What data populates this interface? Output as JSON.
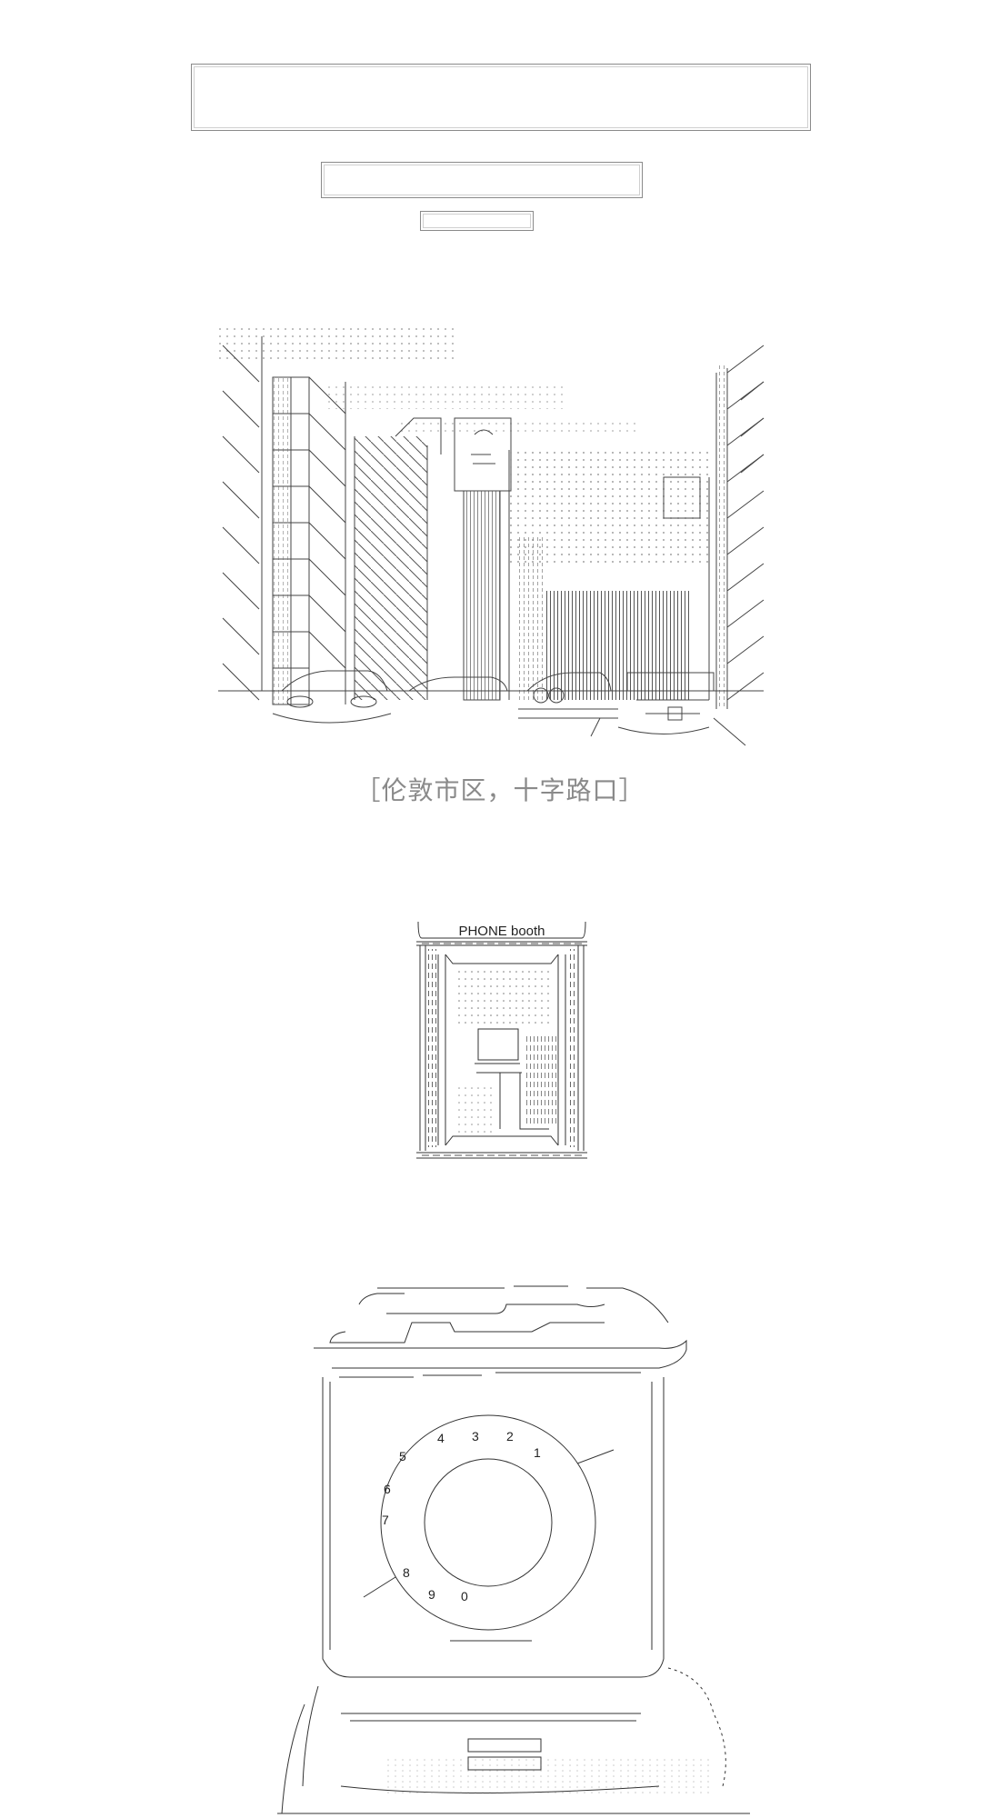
{
  "frames": {
    "title": "",
    "subtitle": "",
    "small": ""
  },
  "caption": "［伦敦市区，十字路口］",
  "phone_booth": {
    "label": "PHONE booth"
  },
  "telephone": {
    "dial_numbers": [
      "1",
      "2",
      "3",
      "4",
      "5",
      "6",
      "7",
      "8",
      "9",
      "0"
    ]
  },
  "colors": {
    "line": "#444444",
    "dots": "#777777",
    "caption": "#8a8a8a"
  }
}
